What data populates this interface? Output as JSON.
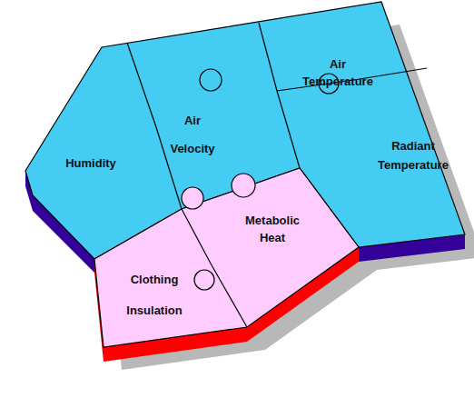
{
  "diagram": {
    "nodes": [
      {
        "text": [
          "Humidity"
        ]
      },
      {
        "text": [
          "Air Velocity"
        ]
      },
      {
        "text": [
          "Air Temperature"
        ]
      },
      {
        "text": [
          "Radiant Temperature"
        ]
      },
      {
        "text": [
          "Clothing Insulation"
        ]
      },
      {
        "text": [
          "Metabolic Heat"
        ]
      }
    ]
  }
}
